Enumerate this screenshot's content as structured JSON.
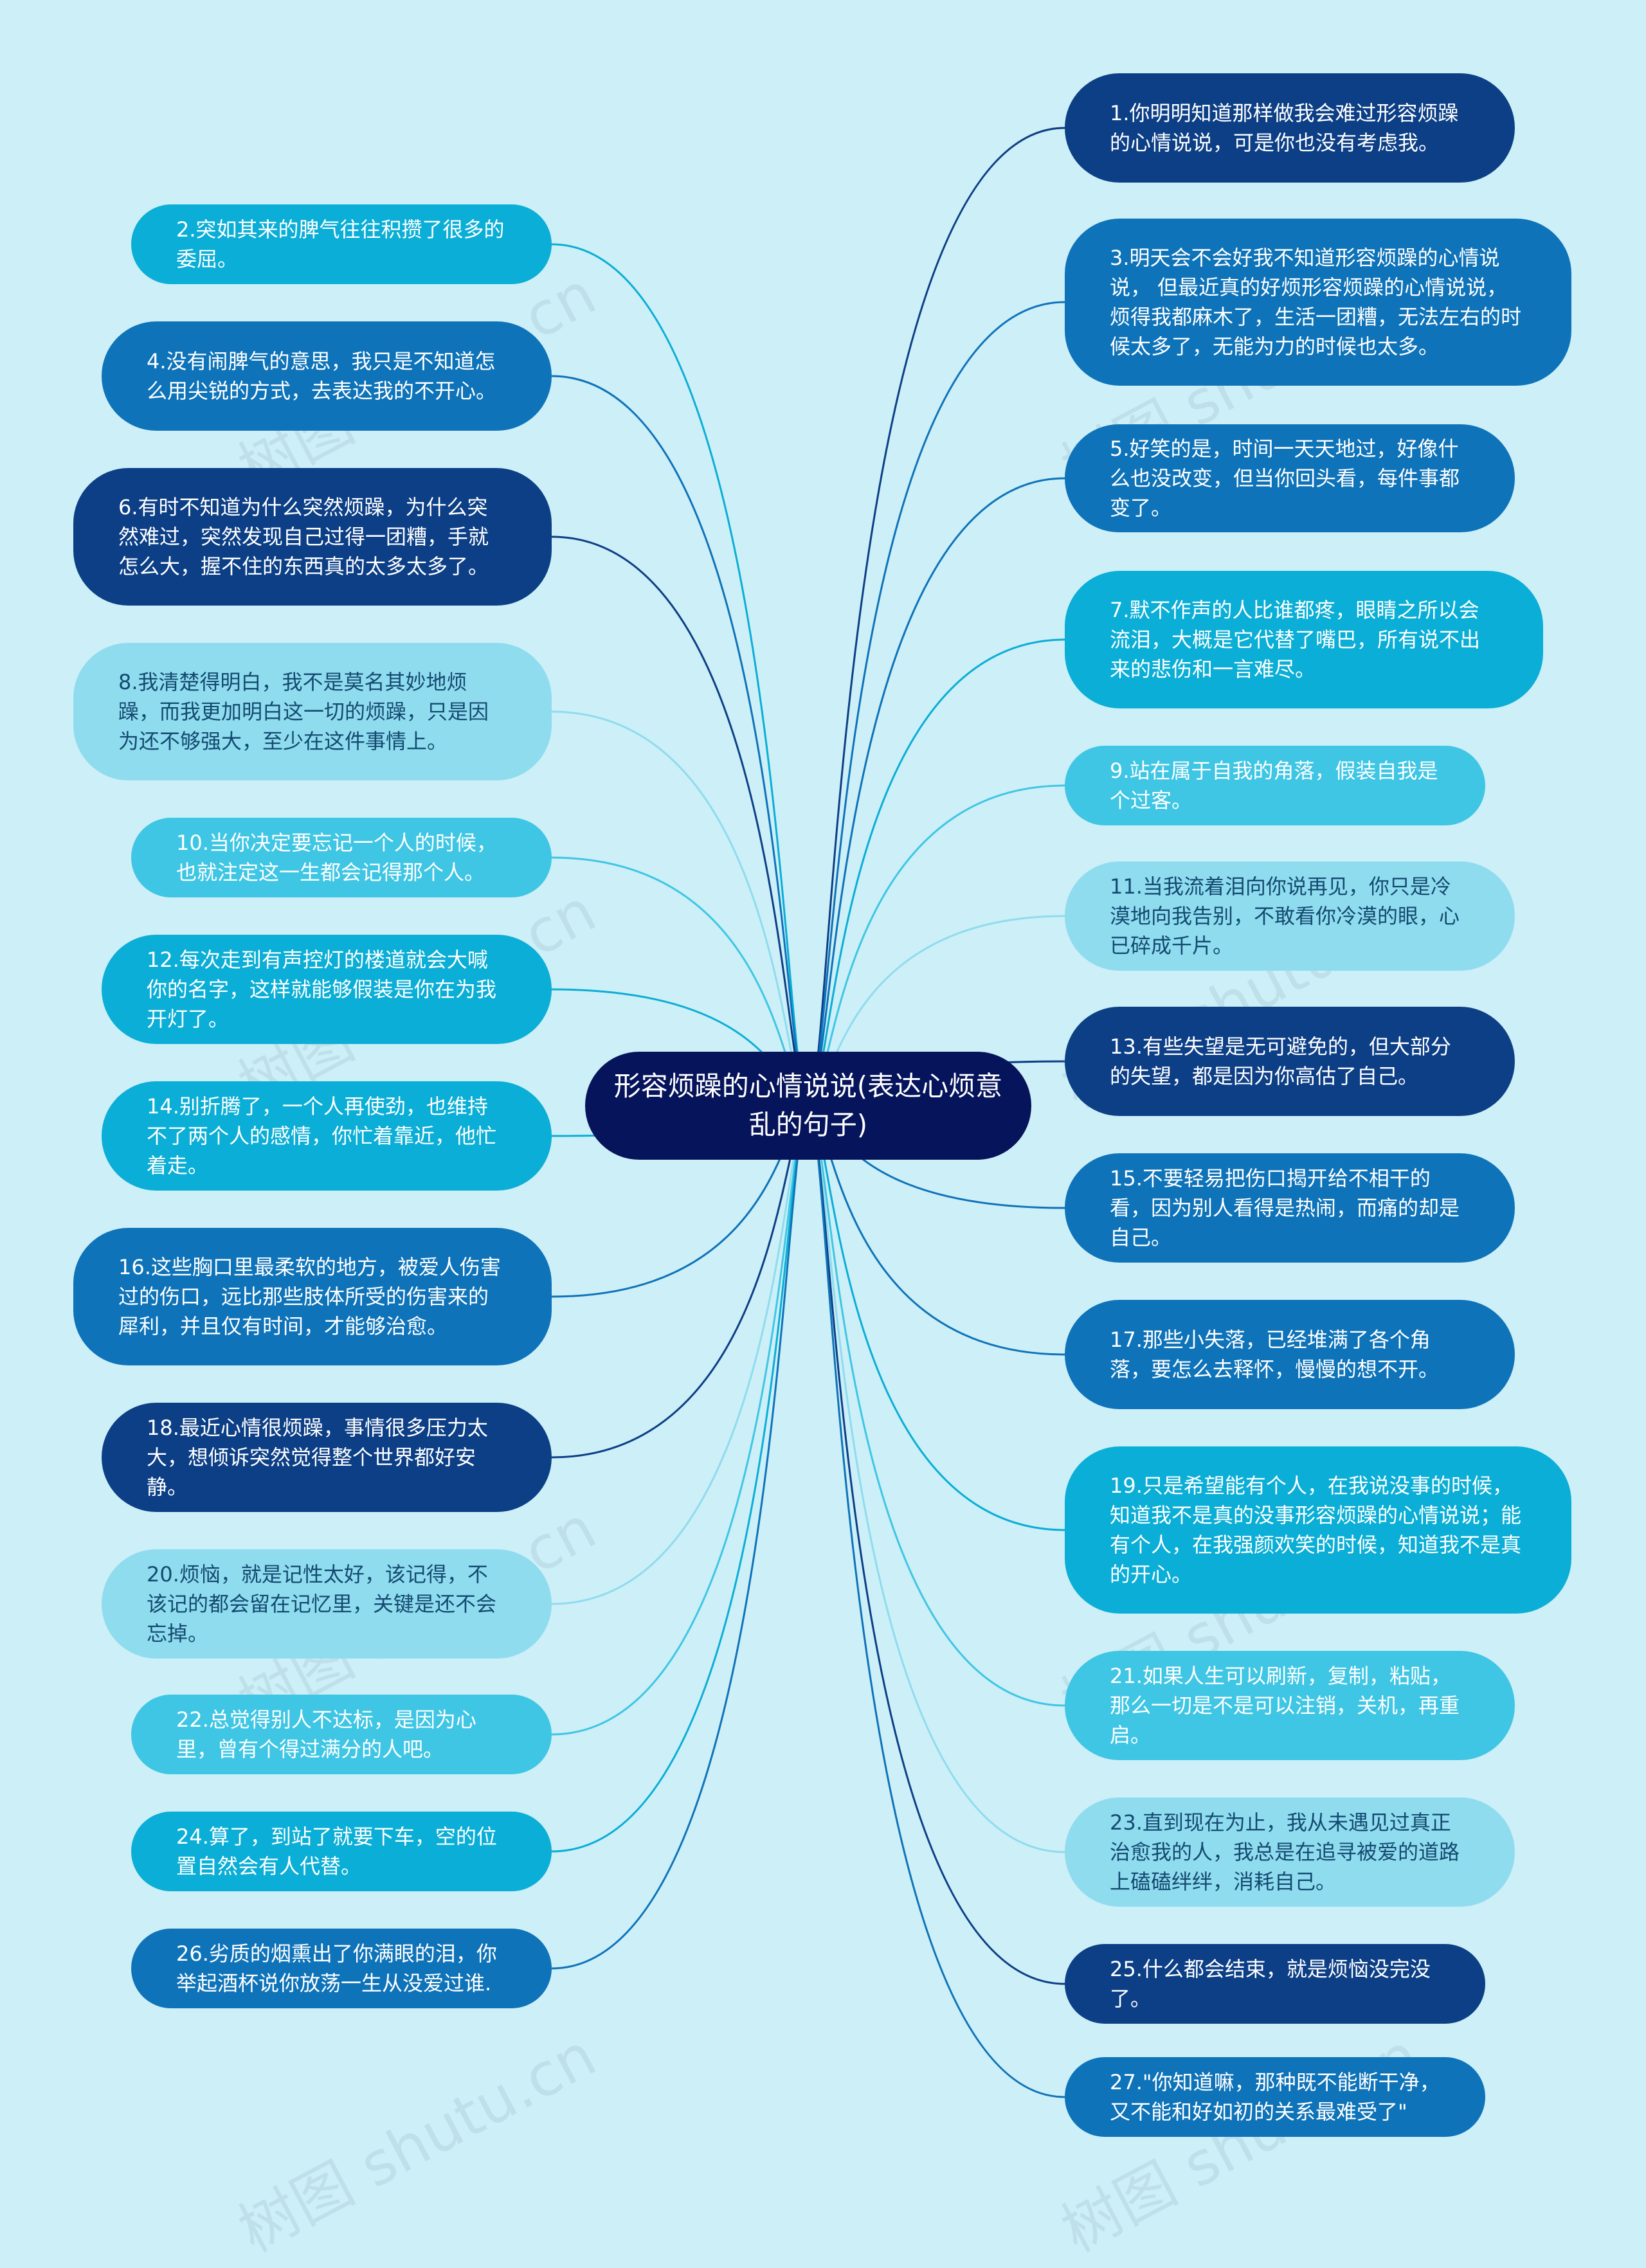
{
  "center": {
    "title": "形容烦躁的心情说说(表达心烦意乱的句子)"
  },
  "watermark": "树图 shutu.cn",
  "colors": {
    "background": "#cdeff7",
    "center": "#06145b",
    "navy": "#0c3f86",
    "blue": "#0e73b9",
    "cyan": "#0aaed6",
    "sky": "#3fc6e4",
    "pale": "#8fdcef"
  },
  "nodes": [
    {
      "text": "1.你明明知道那样做我会难过形容烦躁的心情说说，可是你也没有考虑我。",
      "color": "navy"
    },
    {
      "text": "2.突如其来的脾气往往积攒了很多的委屈。",
      "color": "cyan"
    },
    {
      "text": "3.明天会不会好我不知道形容烦躁的心情说说， 但最近真的好烦形容烦躁的心情说说，烦得我都麻木了，生活一团糟，无法左右的时候太多了，无能为力的时候也太多。",
      "color": "blue"
    },
    {
      "text": "4.没有闹脾气的意思，我只是不知道怎么用尖锐的方式，去表达我的不开心。",
      "color": "blue"
    },
    {
      "text": "5.好笑的是，时间一天天地过，好像什么也没改变，但当你回头看，每件事都变了。",
      "color": "blue"
    },
    {
      "text": "6.有时不知道为什么突然烦躁，为什么突然难过，突然发现自己过得一团糟，手就怎么大，握不住的东西真的太多太多了。",
      "color": "navy"
    },
    {
      "text": "7.默不作声的人比谁都疼，眼睛之所以会流泪，大概是它代替了嘴巴，所有说不出来的悲伤和一言难尽。",
      "color": "cyan"
    },
    {
      "text": "8.我清楚得明白，我不是莫名其妙地烦躁，而我更加明白这一切的烦躁，只是因为还不够强大，至少在这件事情上。",
      "color": "pale"
    },
    {
      "text": "9.站在属于自我的角落，假装自我是个过客。",
      "color": "sky"
    },
    {
      "text": "10.当你决定要忘记一个人的时候，也就注定这一生都会记得那个人。",
      "color": "sky"
    },
    {
      "text": "11.当我流着泪向你说再见，你只是冷漠地向我告别，不敢看你冷漠的眼，心已碎成千片。",
      "color": "pale"
    },
    {
      "text": "12.每次走到有声控灯的楼道就会大喊你的名字，这样就能够假装是你在为我开灯了。",
      "color": "cyan"
    },
    {
      "text": "13.有些失望是无可避免的，但大部分的失望，都是因为你高估了自己。",
      "color": "navy"
    },
    {
      "text": "14.别折腾了，一个人再使劲，也维持不了两个人的感情，你忙着靠近，他忙着走。",
      "color": "cyan"
    },
    {
      "text": "15.不要轻易把伤口揭开给不相干的看，因为别人看得是热闹，而痛的却是自己。",
      "color": "blue"
    },
    {
      "text": "16.这些胸口里最柔软的地方，被爱人伤害过的伤口，远比那些肢体所受的伤害来的犀利，并且仅有时间，才能够治愈。",
      "color": "blue"
    },
    {
      "text": "17.那些小失落，已经堆满了各个角落，要怎么去释怀，慢慢的想不开。",
      "color": "blue"
    },
    {
      "text": "18.最近心情很烦躁，事情很多压力太大，想倾诉突然觉得整个世界都好安静。",
      "color": "navy"
    },
    {
      "text": "19.只是希望能有个人，在我说没事的时候，知道我不是真的没事形容烦躁的心情说说；能有个人，在我强颜欢笑的时候，知道我不是真的开心。",
      "color": "cyan"
    },
    {
      "text": "20.烦恼，就是记性太好，该记得，不该记的都会留在记忆里，关键是还不会忘掉。",
      "color": "pale"
    },
    {
      "text": "21.如果人生可以刷新，复制，粘贴，那么一切是不是可以注销，关机，再重启。",
      "color": "sky"
    },
    {
      "text": "22.总觉得别人不达标，是因为心里，曾有个得过满分的人吧。",
      "color": "sky"
    },
    {
      "text": "23.直到现在为止，我从未遇见过真正治愈我的人，我总是在追寻被爱的道路上磕磕绊绊，消耗自己。",
      "color": "pale"
    },
    {
      "text": "24.算了，到站了就要下车，空的位置自然会有人代替。",
      "color": "cyan"
    },
    {
      "text": "25.什么都会结束，就是烦恼没完没了。",
      "color": "navy"
    },
    {
      "text": "26.劣质的烟熏出了你满眼的泪，你举起酒杯说你放荡一生从没爱过谁.",
      "color": "blue"
    },
    {
      "text": "27.\"你知道嘛，那种既不能断干净，又不能和好如初的关系最难受了\"",
      "color": "blue"
    }
  ]
}
